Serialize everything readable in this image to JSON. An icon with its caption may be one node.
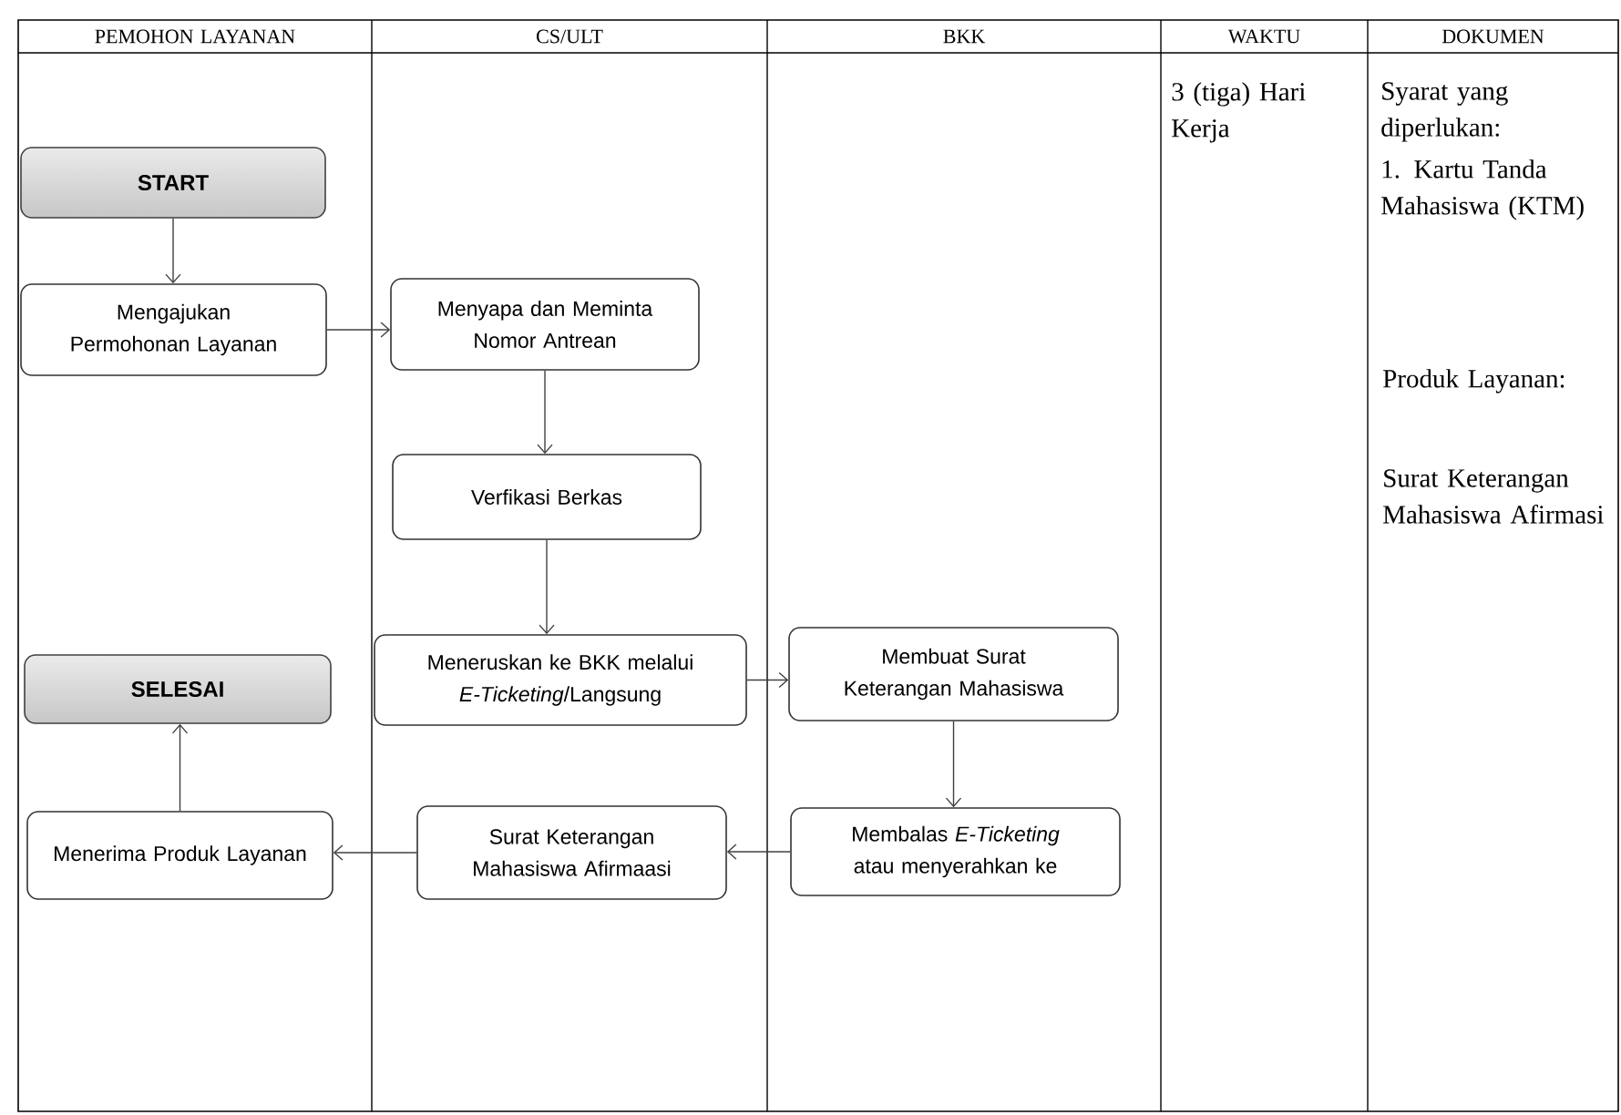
{
  "diagram": {
    "nodes": [
      {
        "text": [
          "START"
        ]
      },
      {
        "text": [
          "Mengajukan Permohonan Layanan"
        ]
      },
      {
        "text": [
          "Menyapa dan Meminta Nomor Antrean"
        ]
      },
      {
        "text": [
          "Verfikasi Berkas"
        ]
      },
      {
        "text": [
          "Meneruskan ke BKK melalui *E-Ticketing*/Langsung"
        ]
      },
      {
        "text": [
          "Membuat Surat Keterangan Mahasiswa"
        ]
      },
      {
        "text": [
          "Membalas *E-Ticketing* atau menyerahkan ke"
        ]
      },
      {
        "text": [
          "Surat Keterangan Mahasiswa Afirmaasi"
        ]
      },
      {
        "text": [
          "Menerima Produk Layanan"
        ]
      },
      {
        "text": [
          "SELESAI"
        ]
      }
    ],
    "edges": [
      {
        "from": 0,
        "to": 1,
        "arrow": "to"
      },
      {
        "from": 1,
        "to": 2,
        "arrow": "to"
      },
      {
        "from": 2,
        "to": 3,
        "arrow": "to"
      },
      {
        "from": 3,
        "to": 4,
        "arrow": "to"
      },
      {
        "from": 4,
        "to": 5,
        "arrow": "to"
      },
      {
        "from": 5,
        "to": 6,
        "arrow": "to"
      },
      {
        "from": 6,
        "to": 7,
        "arrow": "to"
      },
      {
        "from": 7,
        "to": 8,
        "arrow": "to"
      },
      {
        "from": 8,
        "to": 9,
        "arrow": "to"
      }
    ],
    "labels": [
      "PEMOHON LAYANAN",
      "CS/ULT",
      "BKK",
      "WAKTU",
      "DOKUMEN",
      "3 (tiga) Hari Kerja",
      "Syarat yang diperlukan:",
      "1. Kartu Tanda Mahasiswa (KTM)",
      "Produk Layanan:",
      "Surat Keterangan Mahasiswa Afirmasi"
    ]
  }
}
